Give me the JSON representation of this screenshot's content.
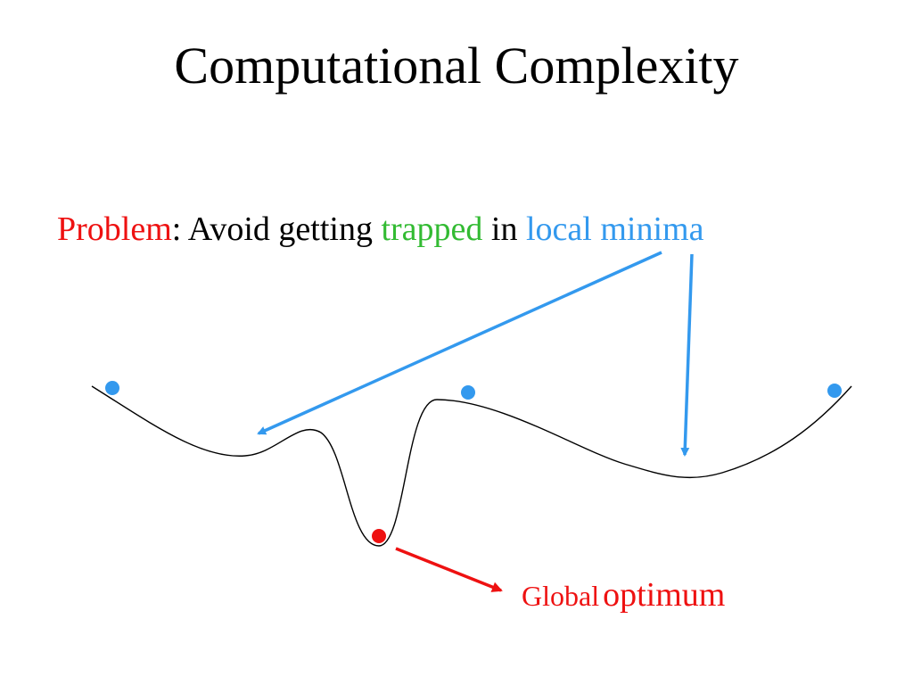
{
  "title": "Computational Complexity",
  "problem": {
    "label": "Problem",
    "colon": ":",
    "text1": " Avoid getting ",
    "trapped": "trapped",
    "text2": " in ",
    "local_minima": "local minima"
  },
  "global": {
    "word1": "Global",
    "word2": "optimum"
  },
  "colors": {
    "problem": "#ee1111",
    "trapped": "#33bb33",
    "local": "#3399ee",
    "global": "#ee1111",
    "curve": "#000000"
  }
}
